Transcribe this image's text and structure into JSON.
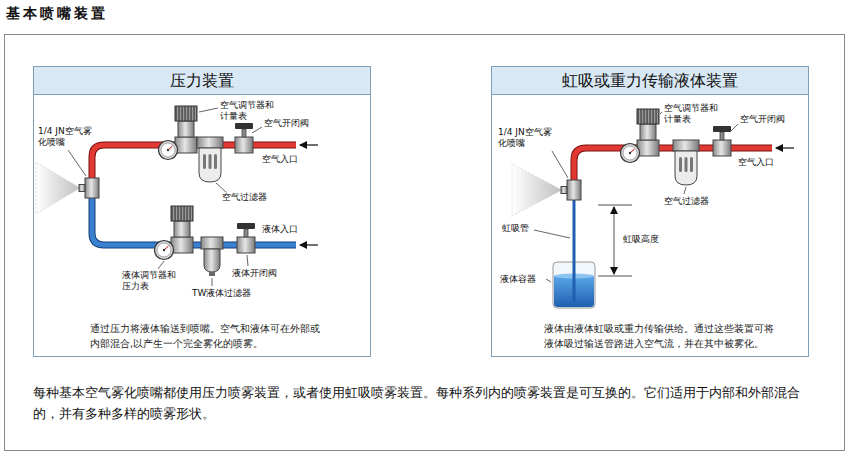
{
  "diagram": {
    "title": "基本喷嘴装置",
    "caption": "每种基本空气雾化喷嘴都使用压力喷雾装置，或者使用虹吸喷雾装置。每种系列内的喷雾装置是可互换的。它们适用于内部和外部混合的，并有多种多样的喷雾形状。",
    "nodes": [
      {
        "text": [
          "压力装置",
          "通过压力将液体输送到喷嘴。空气和液体可在外部或内部混合,以产生一个完全雾化的喷雾。"
        ]
      },
      {
        "text": [
          "虹吸或重力传输液体装置",
          "液体由液体虹吸或重力传输供给。通过这些装置可将液体吸过输送管路进入空气流，并在其中被雾化。"
        ]
      }
    ],
    "labels": [
      "1/4 JN空气雾化喷嘴",
      "空气调节器和计量表",
      "空气开闭阀",
      "空气入口",
      "空气过滤器",
      "液体入口",
      "液体开闭阀",
      "液体调节器和压力表",
      "TW液体过滤器",
      "1/4 JN空气雾化喷嘴",
      "空气调节器和计量表",
      "空气开闭阀",
      "空气入口",
      "空气过滤器",
      "虹吸管",
      "虹吸高度",
      "液体容器"
    ]
  }
}
